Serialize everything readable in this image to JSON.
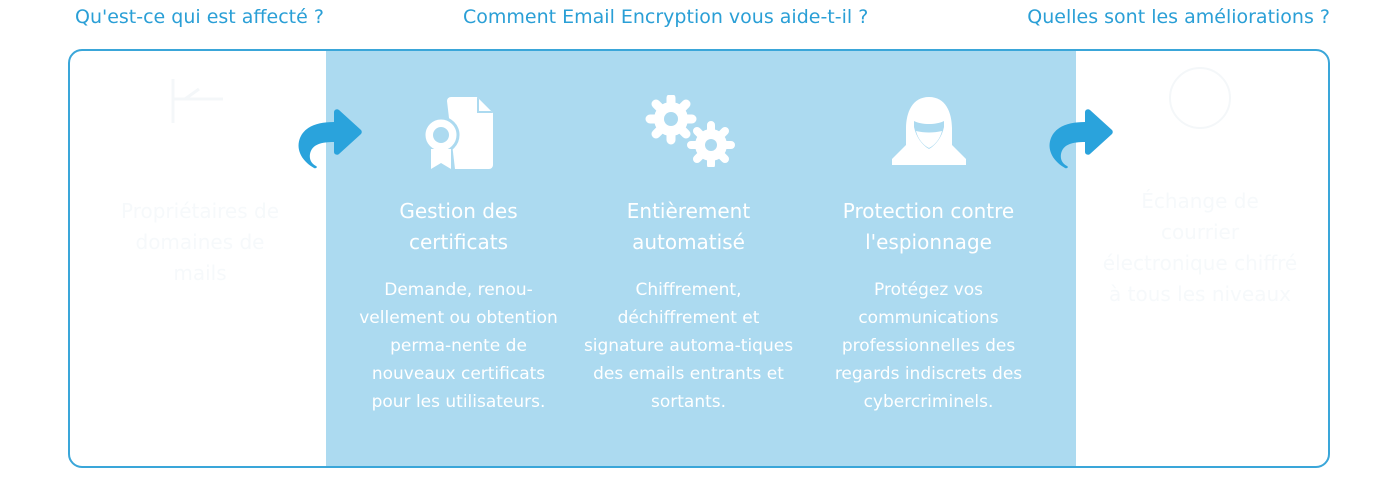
{
  "headers": {
    "affected": "Qu'est-ce qui est affecté ?",
    "how": "Comment Email Encryption vous aide-t-il ?",
    "improvements": "Quelles sont les améliorations ?"
  },
  "left": {
    "icon": "email-icon",
    "text": "Propriétaires de domaines de mails"
  },
  "features": [
    {
      "icon": "certificate-document-icon",
      "title": "Gestion des certificats",
      "text": "Demande, renou-vellement ou obtention perma-nente de nouveaux certificats pour les utilisateurs."
    },
    {
      "icon": "gears-icon",
      "title": "Entièrement automatisé",
      "text": "Chiffrement, déchiffrement et signature automa-tiques des emails entrants et sortants."
    },
    {
      "icon": "hacker-icon",
      "title": "Protection contre l'espionnage",
      "text": "Protégez vos communications professionnelles des regards indiscrets des cybercriminels."
    }
  ],
  "right": {
    "icon": "globe-icon",
    "text": "Échange de courrier électronique chiffré à tous les niveaux"
  },
  "colors": {
    "accent": "#2aa3dc",
    "panel": "#acdaf0",
    "heading": "#2a9fd6"
  }
}
